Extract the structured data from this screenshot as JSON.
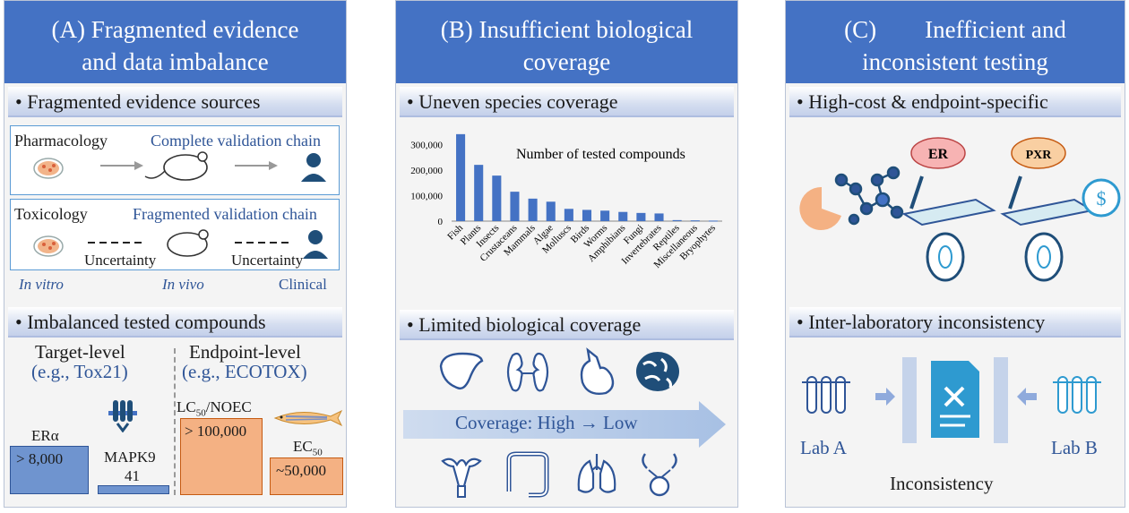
{
  "panel_a": {
    "title": "(A)  Fragmented evidence and data imbalance",
    "title_line1": "(A)  Fragmented evidence",
    "title_line2": "and data imbalance",
    "sub1": "• Fragmented evidence sources",
    "pharmacology": "Pharmacology",
    "complete_chain": "Complete validation chain",
    "toxicology": "Toxicology",
    "fragmented_chain": "Fragmented validation chain",
    "uncertainty": "Uncertainty",
    "in_vitro": "In vitro",
    "in_vivo": "In vivo",
    "clinical": "Clinical",
    "sub2": "• Imbalanced tested compounds",
    "target_level": "Target-level",
    "target_eg": "(e.g., Tox21)",
    "endpoint_level": "Endpoint-level",
    "endpoint_eg": "(e.g., ECOTOX)",
    "era_label": "ERα",
    "era_value": "> 8,000",
    "mapk9_label": "MAPK9",
    "mapk9_value": "41",
    "lc50_label": "LC",
    "lc50_sub": "50",
    "lc50_suffix": "/NOEC",
    "lc50_value": "> 100,000",
    "ec50_label": "EC",
    "ec50_sub": "50",
    "ec50_value": "~50,000"
  },
  "panel_b": {
    "title_line1": "(B)  Insufficient biological",
    "title_line2": "coverage",
    "sub1": "• Uneven species coverage",
    "sub2": "• Limited biological coverage",
    "coverage_label": "Coverage: High → Low"
  },
  "panel_c": {
    "title_line1": "(C)        Inefficient and",
    "title_line2": "inconsistent testing",
    "sub1": "• High-cost & endpoint-specific",
    "er": "ER",
    "pxr": "PXR",
    "sub2": "• Inter-laboratory inconsistency",
    "lab_a": "Lab A",
    "lab_b": "Lab B",
    "inconsistency": "Inconsistency"
  },
  "chart_data": {
    "type": "bar",
    "title": "Number of tested compounds",
    "categories": [
      "Fish",
      "Plants",
      "Insects",
      "Crustaceans",
      "Mammals",
      "Algae",
      "Molluscs",
      "Birds",
      "Worms",
      "Amphibians",
      "Fungi",
      "Invertebrates",
      "Reptiles",
      "Miscellaneous",
      "Bryophytes"
    ],
    "values": [
      340000,
      220000,
      178000,
      115000,
      88000,
      76000,
      48000,
      44000,
      41000,
      36000,
      32000,
      30000,
      4000,
      3000,
      2000
    ],
    "ylim": [
      0,
      350000
    ],
    "yticks": [
      "0",
      "100,000",
      "200,000",
      "300,000"
    ],
    "ytick_values": [
      0,
      100000,
      200000,
      300000
    ],
    "color": "#4472c4"
  }
}
